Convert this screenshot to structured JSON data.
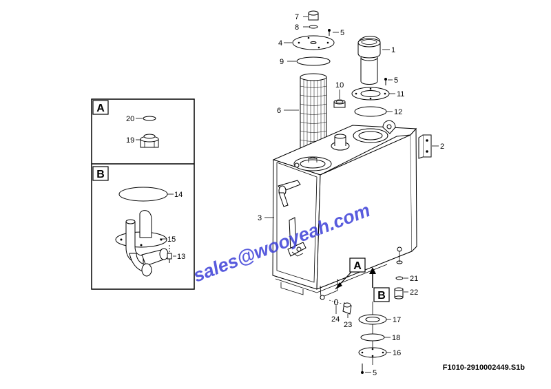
{
  "detail_a": {
    "letter": "A",
    "callouts": [
      "20",
      "19"
    ]
  },
  "detail_b": {
    "letter": "B",
    "callouts": [
      "14",
      "15",
      "13"
    ]
  },
  "main_callouts": {
    "c7": "7",
    "c8": "8",
    "c5a": "5",
    "c4": "4",
    "c1": "1",
    "c9": "9",
    "c5b": "5",
    "c10": "10",
    "c11": "11",
    "c6": "6",
    "c12": "12",
    "c2": "2",
    "c3": "3",
    "c21": "21",
    "c22": "22",
    "c17": "17",
    "c24": "24",
    "c23": "23",
    "c18": "18",
    "c16": "16",
    "c5c": "5"
  },
  "view_markers": {
    "a": "A",
    "b": "B"
  },
  "watermark": "sales@wooyeah.com",
  "drawing_code": "F1010-2910002449.S1b"
}
